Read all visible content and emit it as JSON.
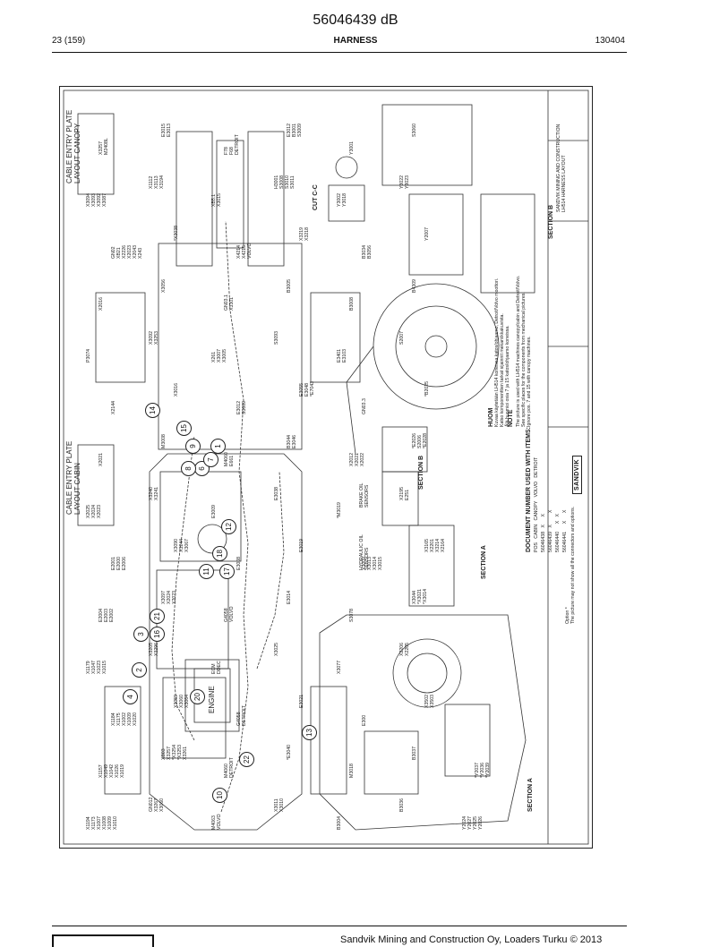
{
  "document": {
    "code": "56046439 dB",
    "page": "23 (159)",
    "section": "HARNESS",
    "date": "130404"
  },
  "drawing": {
    "cable_plate_canopy": "CABLE ENTRY PLATE\nLAYOUT CANOPY",
    "cable_plate_cabin": "CABLE ENTRY PLATE\nLAYOUT CABIN",
    "cut": "CUT C-C",
    "section_a": "SECTION A",
    "section_b": "SECTION B",
    "engine": "ENGINE",
    "hydraulic_sensors": "HYDRAULIC OIL\nSENSORS",
    "brake_sensors": "BRAKE OIL\nSENSORS",
    "option_note": "Option *\nThe picture may not show all the connectors and options.",
    "note_heading": "NOTE",
    "note_text": "The picture is used with LH514 machines canopy/cabin and Detroit/Volvo.\nSee specific places for the components from mechanical pictures.\nIgnore pos. 7 and 15 with canopy machines.",
    "huom_heading": "HUOM",
    "huom_text": "Kuvaa käytetään LH514 koneissa katos/ohjaamo, Detroit/Volvo moottori.\nKatso komponenttien tarkat sijainnit mekaniikkakuvista.\nÄlä huomioi osia 7 ja 15 katos/ohjaamo koneissa.",
    "doc_table_heading": "DOCUMENT NUMBER USED WITH ITEMS:",
    "doc_table_header": [
      "POS",
      "CABIN",
      "CANOPY",
      "VOLVO",
      "DETROIT"
    ],
    "doc_table_rows": [
      [
        "56046438",
        "X",
        "",
        "X",
        ""
      ],
      [
        "56046439",
        "X",
        "",
        "",
        "X"
      ],
      [
        "56046440",
        "",
        "X",
        "X",
        ""
      ],
      [
        "56046441",
        "",
        "X",
        "",
        "X"
      ]
    ],
    "brand": "SANDVIK",
    "bubbles": [
      "1",
      "2",
      "3",
      "4",
      "6",
      "7",
      "8",
      "9",
      "10",
      "11",
      "12",
      "13",
      "14",
      "15",
      "16",
      "17",
      "18",
      "20",
      "21",
      "22"
    ],
    "labels": [
      "X1194 X1173 X1007 X1008 X1009 X1010",
      "X1157 X1049 X1042 X1026 X1019",
      "X1184 X1175 X1002 X1009 X1020",
      "X1179 X1047 X1023 X1015",
      "E2004 E2003 E2002",
      "E2001 E2000 E2006",
      "X2025 X2024 X2023",
      "X2021",
      "X2144",
      "P3074",
      "X2016",
      "GN02 XB21 X2226 X2023 X2043 X243",
      "X3094 X3093 X3092 X3087",
      "X3257 M2408L",
      "GN012 X3267 X3060",
      "XB03 X3257 *X3254 *X3253 X3261",
      "X3059 X3060 X3064",
      "X3205 X3296",
      "X3097 X2024 X2023",
      "X3090 X3244 X3067",
      "X3240 X3241",
      "M3008",
      "X3016",
      "X3092 X3253",
      "X3056",
      "*X3038",
      "X1112 X3113 X3194",
      "E3015 E3013",
      "M4063 VOLVO",
      "M4060 DETROIT",
      "G4058 DETROIT",
      "ECM DDEC",
      "G4058 VOLVO",
      "E3008",
      "E3009",
      "M4060 E661",
      "E3012 S3009",
      "X261 X3007 X3005",
      "GN03.1 X3301",
      "X4214 X4215 VOLVO",
      "XB5.1 X3015",
      "F78 F68 DETROIT",
      "X3011 X3010",
      "*E3040",
      "E3021",
      "X3025",
      "E3014",
      "E3019",
      "E3038",
      "B3044 E3046",
      "E3055 E3048 *E7043",
      "S3093",
      "B3005",
      "X3219 X3218",
      "H3001 S3008 S3010 S3011",
      "E3012 B3001 S3009",
      "B3004",
      "M3018",
      "E300",
      "X3077",
      "S3078",
      "X3009 X3013 X3014 X3015",
      "*M3019",
      "X2012 X2021 X2022",
      "GN03.3",
      "E3401 E3103",
      "B3008",
      "B3034 B3056",
      "Y3002 Y3018",
      "Y3001",
      "B3036",
      "B3037",
      "X3502 X3503",
      "X2206 X2205",
      "X3044 *X3021 *X3014",
      "X3165 X2201 X3214 X2164",
      "X2195 E251",
      "*E2026 S2006 *E2028",
      "*B2025",
      "S2007",
      "B4309",
      "Y2007",
      "Y3022 Y3023",
      "S3060",
      "Y2024 Y2027 Y2025 Y2026",
      "*Y2037 *Y2036 *Y2039"
    ],
    "title_block": "SANDVIK MINING AND CONSTRUCTION\nLH514 HARNESS LAYOUT"
  },
  "footer": {
    "text": "Sandvik Mining and Construction Oy, Loaders Turku © 2013"
  }
}
